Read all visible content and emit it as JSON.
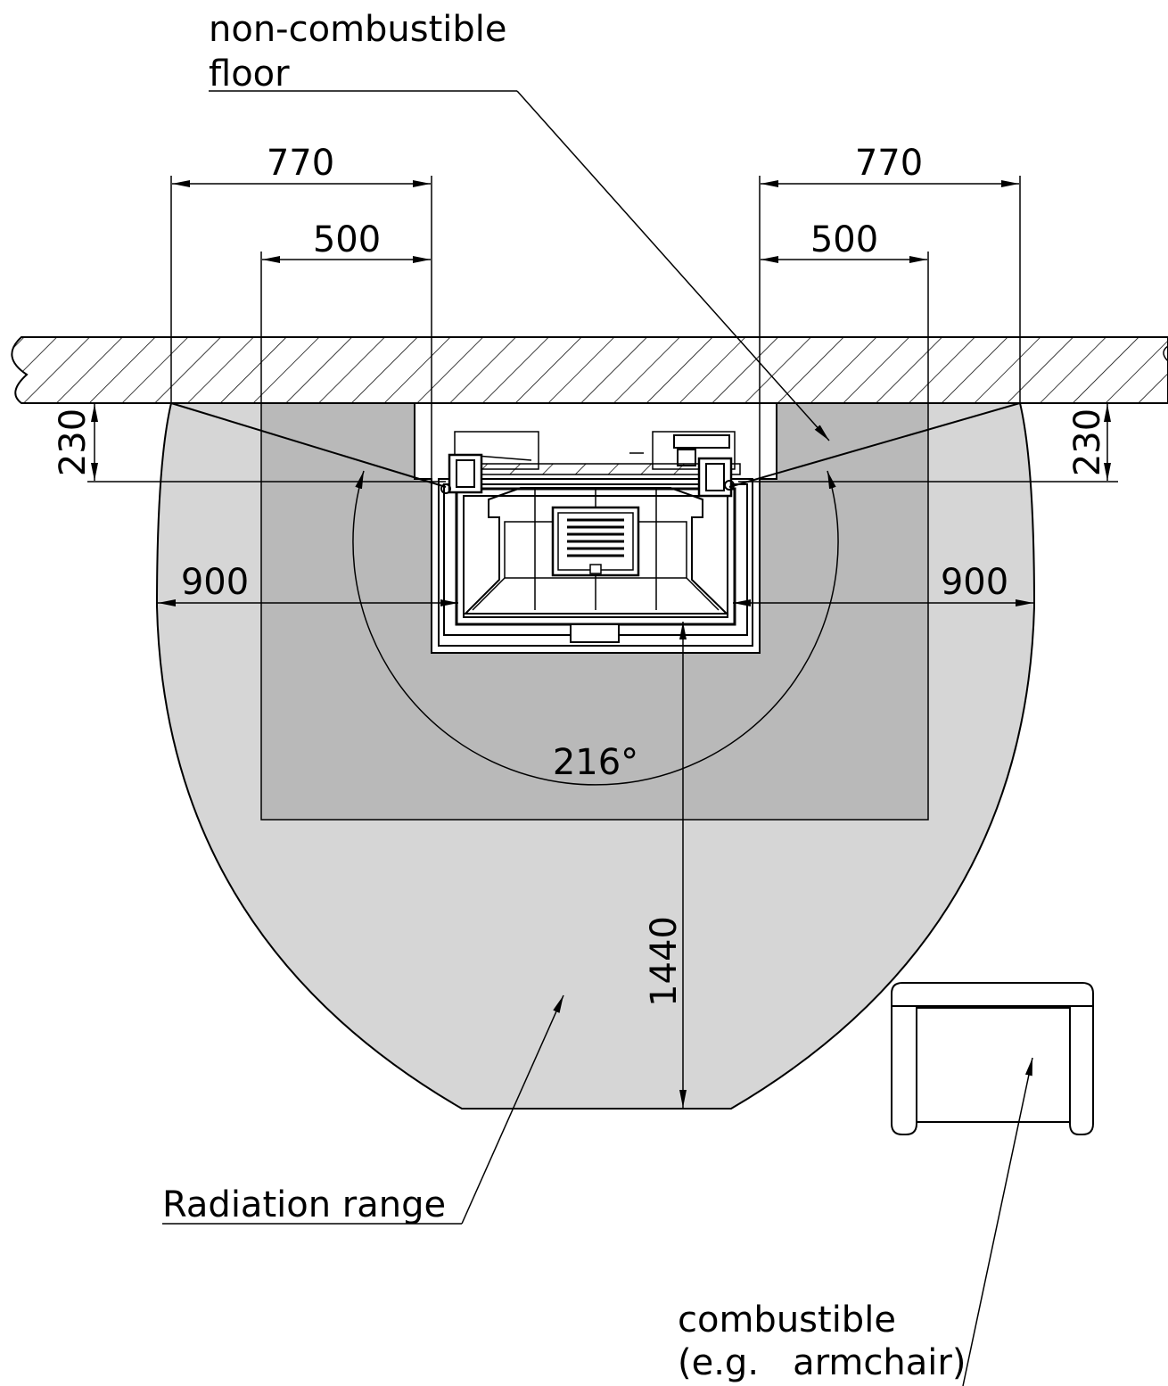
{
  "labels": {
    "floor_line1": "non-combustible",
    "floor_line2": "floor",
    "radiation": "Radiation range",
    "combustible_line1": "combustible",
    "combustible_line2": "(e.g.   armchair)"
  },
  "dimensions": {
    "left_outer": "770",
    "left_inner": "500",
    "right_outer": "770",
    "right_inner": "500",
    "left_side": "900",
    "right_side": "900",
    "left_depth": "230",
    "right_depth": "230",
    "front": "1440",
    "angle": "216°"
  },
  "colors": {
    "radiation_zone": "#d6d6d6",
    "floor_plate": "#b9b9b9",
    "line": "#000000",
    "background": "#ffffff"
  }
}
